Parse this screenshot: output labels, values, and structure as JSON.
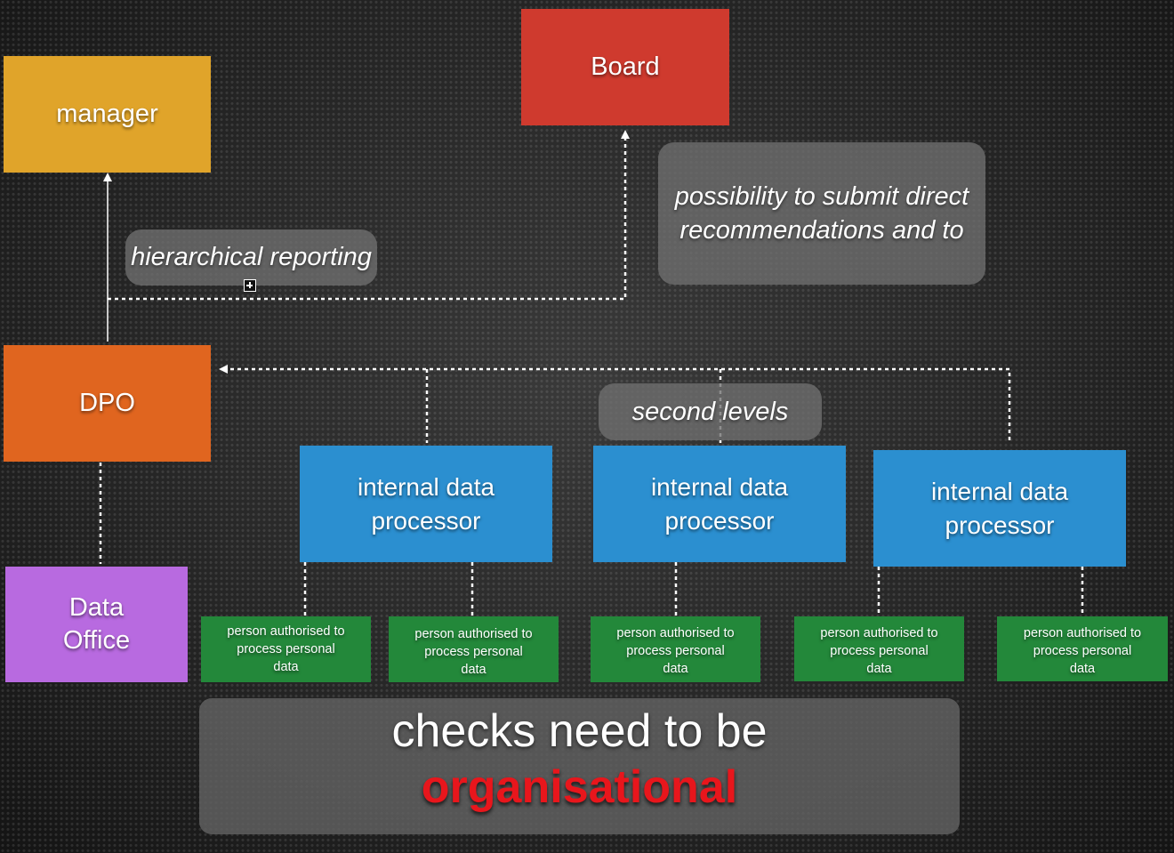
{
  "nodes": {
    "manager": {
      "label": "manager",
      "color": "#e0a42a"
    },
    "board": {
      "label": "Board",
      "color": "#cf3a2e"
    },
    "dpo": {
      "label": "DPO",
      "color": "#e0651f"
    },
    "data_office": {
      "line1": "Data",
      "line2": "Office",
      "color": "#b86ae0"
    },
    "processors": [
      {
        "line1": "internal data",
        "line2": "processor",
        "color": "#2b8fd0"
      },
      {
        "line1": "internal data",
        "line2": "processor",
        "color": "#2b8fd0"
      },
      {
        "line1": "internal data",
        "line2": "processor",
        "color": "#2b8fd0"
      }
    ],
    "persons": [
      {
        "line1": "person authorised to",
        "line2": "process personal",
        "line3": "data"
      },
      {
        "line1": "person authorised to",
        "line2": "process personal",
        "line3": "data"
      },
      {
        "line1": "person authorised to",
        "line2": "process personal",
        "line3": "data"
      },
      {
        "line1": "person authorised to",
        "line2": "process personal",
        "line3": "data"
      },
      {
        "line1": "person authorised to",
        "line2": "process personal",
        "line3": "data"
      }
    ],
    "person_color": "#23883a"
  },
  "notes": {
    "hierarchical": "hierarchical reporting",
    "possibility_line1": "possibility to submit direct",
    "possibility_line2": "recommendations and to",
    "second_levels": "second levels"
  },
  "banner": {
    "line1": "checks need to be",
    "line2": "organisational",
    "highlight_color": "#e8161c"
  },
  "icons": {
    "expander": "expand-plus-icon"
  }
}
